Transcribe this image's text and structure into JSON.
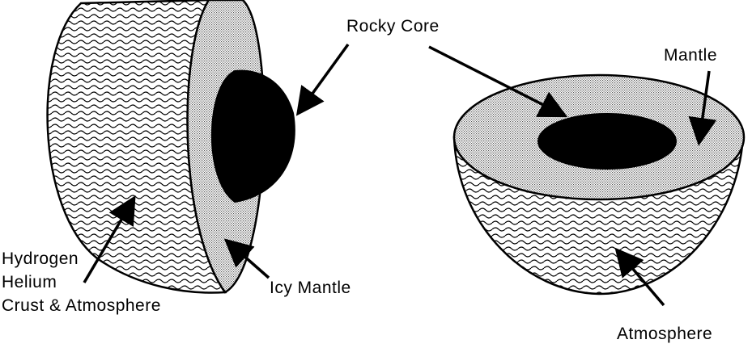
{
  "labels": {
    "rocky_core": "Rocky Core",
    "mantle": "Mantle",
    "hydrogen": "Hydrogen",
    "helium": "Helium",
    "crust_atmosphere": "Crust & Atmosphere",
    "icy_mantle": "Icy Mantle",
    "atmosphere": "Atmosphere"
  },
  "colors": {
    "ink": "#000000",
    "dot_fill": "#bdbdbd",
    "background": "#ffffff"
  },
  "patterns": {
    "outer_layer": "wavy-lines",
    "mantle_layer": "stippled-dots",
    "core": "solid-black"
  }
}
